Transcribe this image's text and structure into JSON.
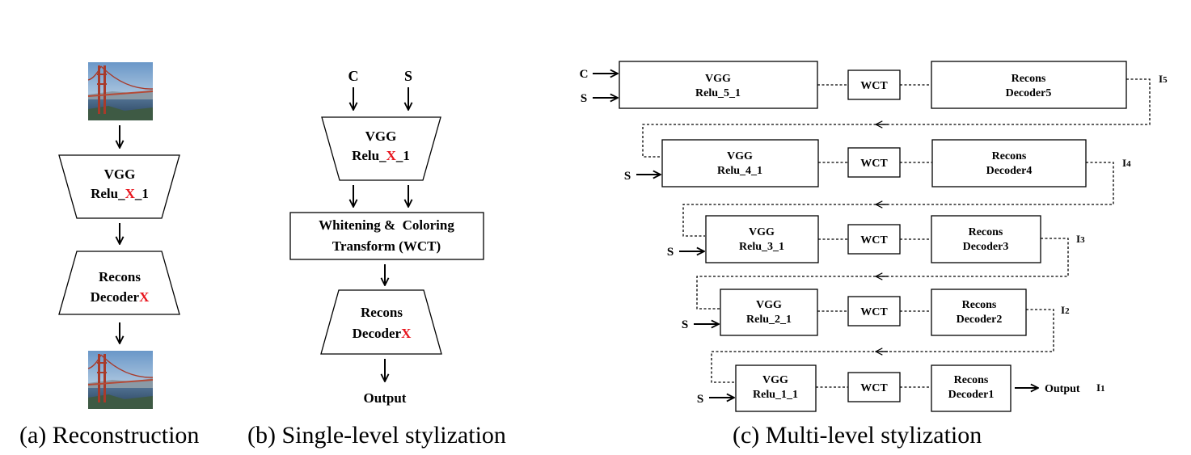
{
  "captions": {
    "a": "(a) Reconstruction",
    "b": "(b) Single-level stylization",
    "c": "(c) Multi-level stylization"
  },
  "panel_a": {
    "encoder_line1": "VGG",
    "encoder_prefix": "Relu_",
    "encoder_level": "X",
    "encoder_suffix": "_1",
    "decoder_line1": "Recons",
    "decoder_prefix": "Decoder",
    "decoder_level": "X"
  },
  "panel_b": {
    "input_c": "C",
    "input_s": "S",
    "encoder_line1": "VGG",
    "encoder_prefix": "Relu_",
    "encoder_level": "X",
    "encoder_suffix": "_1",
    "wct_line1": "Whitening &  Coloring",
    "wct_line2": "Transform (WCT)",
    "decoder_line1": "Recons",
    "decoder_prefix": "Decoder",
    "decoder_level": "X",
    "output": "Output"
  },
  "panel_c": {
    "input_c": "C",
    "input_s": "S",
    "wct": "WCT",
    "output": "Output",
    "levels": [
      {
        "vgg": "VGG",
        "relu": "Relu_5_1",
        "recons": "Recons",
        "decoder": "Decoder5",
        "out_main": "I",
        "out_sub": "5"
      },
      {
        "vgg": "VGG",
        "relu": "Relu_4_1",
        "recons": "Recons",
        "decoder": "Decoder4",
        "out_main": "I",
        "out_sub": "4"
      },
      {
        "vgg": "VGG",
        "relu": "Relu_3_1",
        "recons": "Recons",
        "decoder": "Decoder3",
        "out_main": "I",
        "out_sub": "3"
      },
      {
        "vgg": "VGG",
        "relu": "Relu_2_1",
        "recons": "Recons",
        "decoder": "Decoder2",
        "out_main": "I",
        "out_sub": "2"
      },
      {
        "vgg": "VGG",
        "relu": "Relu_1_1",
        "recons": "Recons",
        "decoder": "Decoder1",
        "out_main": "I",
        "out_sub": "1"
      }
    ]
  }
}
